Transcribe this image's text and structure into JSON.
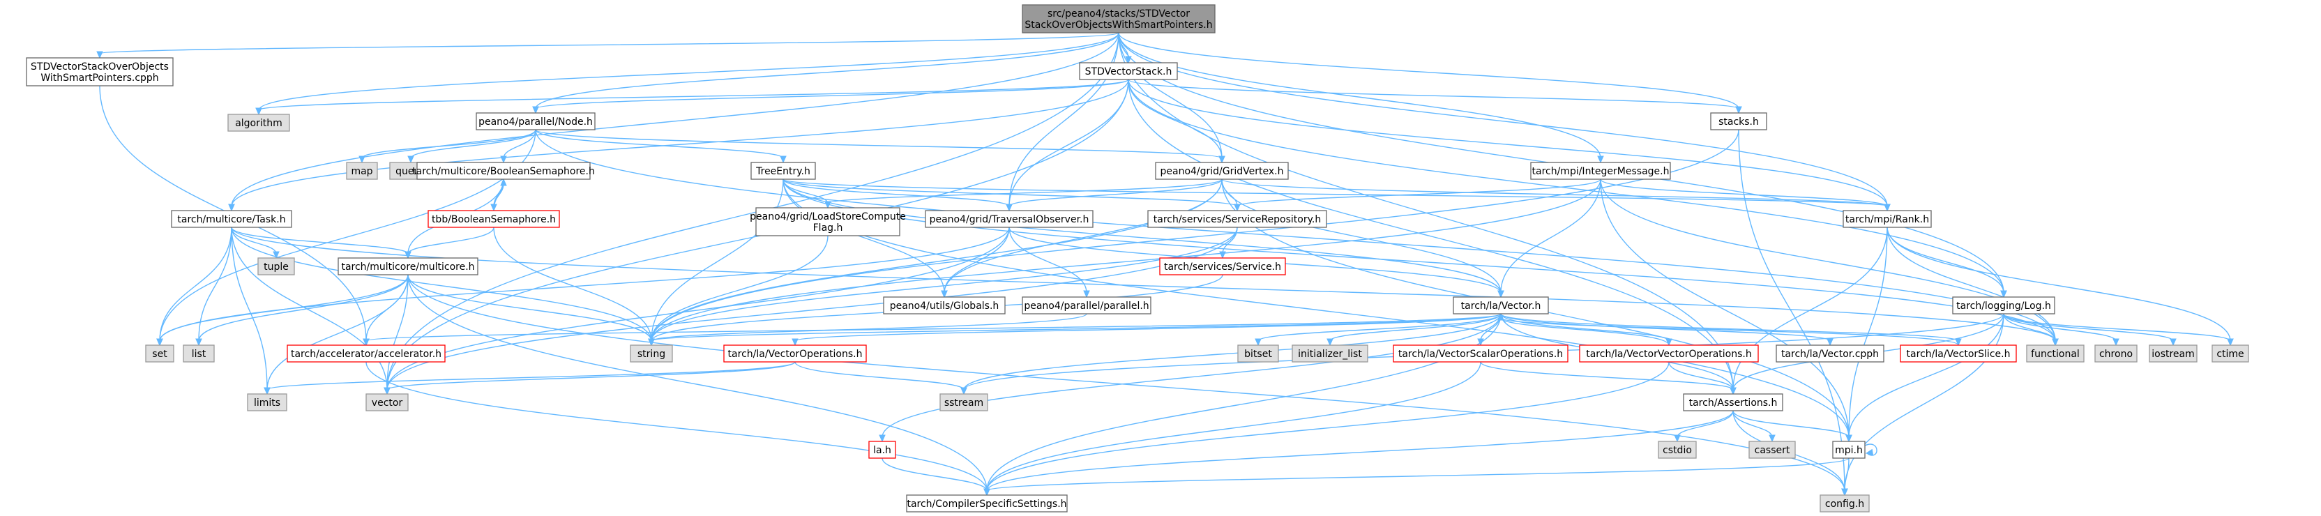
{
  "colors": {
    "root_fill": "#999999",
    "local_fill": "#ffffff",
    "local_stroke": "#666666",
    "system_fill": "#e0e0e0",
    "system_stroke": "#999999",
    "truncated_stroke": "#ff0000",
    "edge": "#63b8ff"
  },
  "nodes": [
    {
      "id": "root",
      "kind": "root",
      "label": [
        "src/peano4/stacks/STDVector",
        "StackOverObjectsWithSmartPointers.h"
      ]
    },
    {
      "id": "cpph",
      "kind": "local",
      "label": [
        "STDVectorStackOverObjects",
        "WithSmartPointers.cpph"
      ]
    },
    {
      "id": "stdvs",
      "kind": "local",
      "label": [
        "STDVectorStack.h"
      ]
    },
    {
      "id": "algorithm",
      "kind": "system",
      "label": [
        "algorithm"
      ]
    },
    {
      "id": "node",
      "kind": "local",
      "label": [
        "peano4/parallel/Node.h"
      ]
    },
    {
      "id": "stacks",
      "kind": "local",
      "label": [
        "stacks.h"
      ]
    },
    {
      "id": "map",
      "kind": "system",
      "label": [
        "map"
      ]
    },
    {
      "id": "queue",
      "kind": "system",
      "label": [
        "queue"
      ]
    },
    {
      "id": "boolsem",
      "kind": "local",
      "label": [
        "tarch/multicore/BooleanSemaphore.h"
      ]
    },
    {
      "id": "treeentry",
      "kind": "local",
      "label": [
        "TreeEntry.h"
      ]
    },
    {
      "id": "gridvertex",
      "kind": "local",
      "label": [
        "peano4/grid/GridVertex.h"
      ]
    },
    {
      "id": "intmsg",
      "kind": "local",
      "label": [
        "tarch/mpi/IntegerMessage.h"
      ]
    },
    {
      "id": "task",
      "kind": "local",
      "label": [
        "tarch/multicore/Task.h"
      ]
    },
    {
      "id": "tbbsem",
      "kind": "truncated",
      "label": [
        "tbb/BooleanSemaphore.h"
      ]
    },
    {
      "id": "loadstore",
      "kind": "local",
      "label": [
        "peano4/grid/LoadStoreCompute",
        "Flag.h"
      ]
    },
    {
      "id": "travobs",
      "kind": "local",
      "label": [
        "peano4/grid/TraversalObserver.h"
      ]
    },
    {
      "id": "servrepo",
      "kind": "local",
      "label": [
        "tarch/services/ServiceRepository.h"
      ]
    },
    {
      "id": "rank",
      "kind": "local",
      "label": [
        "tarch/mpi/Rank.h"
      ]
    },
    {
      "id": "tuple",
      "kind": "system",
      "label": [
        "tuple"
      ]
    },
    {
      "id": "multicore",
      "kind": "local",
      "label": [
        "tarch/multicore/multicore.h"
      ]
    },
    {
      "id": "service",
      "kind": "truncated",
      "label": [
        "tarch/services/Service.h"
      ]
    },
    {
      "id": "globals",
      "kind": "local",
      "label": [
        "peano4/utils/Globals.h"
      ]
    },
    {
      "id": "parallel",
      "kind": "local",
      "label": [
        "peano4/parallel/parallel.h"
      ]
    },
    {
      "id": "vector_h",
      "kind": "local",
      "label": [
        "tarch/la/Vector.h"
      ]
    },
    {
      "id": "log",
      "kind": "local",
      "label": [
        "tarch/logging/Log.h"
      ]
    },
    {
      "id": "set",
      "kind": "system",
      "label": [
        "set"
      ]
    },
    {
      "id": "list",
      "kind": "system",
      "label": [
        "list"
      ]
    },
    {
      "id": "accel",
      "kind": "truncated",
      "label": [
        "tarch/accelerator/accelerator.h"
      ]
    },
    {
      "id": "string",
      "kind": "system",
      "label": [
        "string"
      ]
    },
    {
      "id": "vecops",
      "kind": "truncated",
      "label": [
        "tarch/la/VectorOperations.h"
      ]
    },
    {
      "id": "bitset",
      "kind": "system",
      "label": [
        "bitset"
      ]
    },
    {
      "id": "initlist",
      "kind": "system",
      "label": [
        "initializer_list"
      ]
    },
    {
      "id": "vecscal",
      "kind": "truncated",
      "label": [
        "tarch/la/VectorScalarOperations.h"
      ]
    },
    {
      "id": "vecvec",
      "kind": "truncated",
      "label": [
        "tarch/la/VectorVectorOperations.h"
      ]
    },
    {
      "id": "veccpph",
      "kind": "local",
      "label": [
        "tarch/la/Vector.cpph"
      ]
    },
    {
      "id": "vecslice",
      "kind": "truncated",
      "label": [
        "tarch/la/VectorSlice.h"
      ]
    },
    {
      "id": "functional",
      "kind": "system",
      "label": [
        "functional"
      ]
    },
    {
      "id": "chrono",
      "kind": "system",
      "label": [
        "chrono"
      ]
    },
    {
      "id": "iostream",
      "kind": "system",
      "label": [
        "iostream"
      ]
    },
    {
      "id": "ctime",
      "kind": "system",
      "label": [
        "ctime"
      ]
    },
    {
      "id": "limits",
      "kind": "system",
      "label": [
        "limits"
      ]
    },
    {
      "id": "vector",
      "kind": "system",
      "label": [
        "vector"
      ]
    },
    {
      "id": "sstream",
      "kind": "system",
      "label": [
        "sstream"
      ]
    },
    {
      "id": "assertions",
      "kind": "local",
      "label": [
        "tarch/Assertions.h"
      ]
    },
    {
      "id": "cstdio",
      "kind": "system",
      "label": [
        "cstdio"
      ]
    },
    {
      "id": "cassert",
      "kind": "system",
      "label": [
        "cassert"
      ]
    },
    {
      "id": "mpi",
      "kind": "local",
      "label": [
        "mpi.h"
      ]
    },
    {
      "id": "la",
      "kind": "truncated",
      "label": [
        "la.h"
      ]
    },
    {
      "id": "compiler",
      "kind": "local",
      "label": [
        "tarch/CompilerSpecificSettings.h"
      ]
    },
    {
      "id": "config",
      "kind": "system",
      "label": [
        "config.h"
      ]
    }
  ],
  "edges": [
    [
      "root",
      "cpph"
    ],
    [
      "root",
      "stdvs"
    ],
    [
      "root",
      "algorithm"
    ],
    [
      "root",
      "node"
    ],
    [
      "root",
      "stacks"
    ],
    [
      "root",
      "gridvertex"
    ],
    [
      "root",
      "intmsg"
    ],
    [
      "root",
      "task"
    ],
    [
      "root",
      "travobs"
    ],
    [
      "root",
      "rank"
    ],
    [
      "root",
      "log"
    ],
    [
      "root",
      "assertions"
    ],
    [
      "root",
      "vector"
    ],
    [
      "cpph",
      "accel"
    ],
    [
      "stdvs",
      "algorithm"
    ],
    [
      "stdvs",
      "node"
    ],
    [
      "stdvs",
      "stacks"
    ],
    [
      "stdvs",
      "gridvertex"
    ],
    [
      "stdvs",
      "travobs"
    ],
    [
      "stdvs",
      "rank"
    ],
    [
      "stdvs",
      "log"
    ],
    [
      "stdvs",
      "assertions"
    ],
    [
      "stdvs",
      "task"
    ],
    [
      "stdvs",
      "vector"
    ],
    [
      "node",
      "map"
    ],
    [
      "node",
      "queue"
    ],
    [
      "node",
      "boolsem"
    ],
    [
      "node",
      "treeentry"
    ],
    [
      "node",
      "gridvertex"
    ],
    [
      "node",
      "set"
    ],
    [
      "node",
      "functional"
    ],
    [
      "stacks",
      "string"
    ],
    [
      "stacks",
      "config"
    ],
    [
      "boolsem",
      "tbbsem"
    ],
    [
      "boolsem",
      "multicore"
    ],
    [
      "tbbsem",
      "boolsem"
    ],
    [
      "tbbsem",
      "multicore"
    ],
    [
      "tbbsem",
      "string"
    ],
    [
      "treeentry",
      "loadstore"
    ],
    [
      "treeentry",
      "travobs"
    ],
    [
      "treeentry",
      "servrepo"
    ],
    [
      "treeentry",
      "vector_h"
    ],
    [
      "treeentry",
      "globals"
    ],
    [
      "treeentry",
      "string"
    ],
    [
      "treeentry",
      "mpi"
    ],
    [
      "treeentry",
      "rank"
    ],
    [
      "treeentry",
      "functional"
    ],
    [
      "gridvertex",
      "loadstore"
    ],
    [
      "gridvertex",
      "travobs"
    ],
    [
      "gridvertex",
      "servrepo"
    ],
    [
      "gridvertex",
      "rank"
    ],
    [
      "gridvertex",
      "vector_h"
    ],
    [
      "gridvertex",
      "globals"
    ],
    [
      "gridvertex",
      "string"
    ],
    [
      "gridvertex",
      "mpi"
    ],
    [
      "intmsg",
      "servrepo"
    ],
    [
      "intmsg",
      "rank"
    ],
    [
      "intmsg",
      "vector_h"
    ],
    [
      "intmsg",
      "string"
    ],
    [
      "intmsg",
      "functional"
    ],
    [
      "intmsg",
      "mpi"
    ],
    [
      "task",
      "tuple"
    ],
    [
      "task",
      "multicore"
    ],
    [
      "task",
      "set"
    ],
    [
      "task",
      "list"
    ],
    [
      "task",
      "string"
    ],
    [
      "task",
      "vector"
    ],
    [
      "task",
      "limits"
    ],
    [
      "task",
      "functional"
    ],
    [
      "loadstore",
      "string"
    ],
    [
      "travobs",
      "globals"
    ],
    [
      "travobs",
      "parallel"
    ],
    [
      "travobs",
      "vector_h"
    ],
    [
      "travobs",
      "set"
    ],
    [
      "travobs",
      "vector"
    ],
    [
      "servrepo",
      "service"
    ],
    [
      "servrepo",
      "string"
    ],
    [
      "servrepo",
      "vector"
    ],
    [
      "rank",
      "log"
    ],
    [
      "rank",
      "functional"
    ],
    [
      "rank",
      "mpi"
    ],
    [
      "rank",
      "ctime"
    ],
    [
      "rank",
      "assertions"
    ],
    [
      "multicore",
      "set"
    ],
    [
      "multicore",
      "list"
    ],
    [
      "multicore",
      "accel"
    ],
    [
      "multicore",
      "string"
    ],
    [
      "multicore",
      "limits"
    ],
    [
      "multicore",
      "vector"
    ],
    [
      "multicore",
      "compiler"
    ],
    [
      "multicore",
      "config"
    ],
    [
      "service",
      "string"
    ],
    [
      "parallel",
      "string"
    ],
    [
      "vector_h",
      "bitset"
    ],
    [
      "vector_h",
      "initlist"
    ],
    [
      "vector_h",
      "vecscal"
    ],
    [
      "vector_h",
      "vecvec"
    ],
    [
      "vector_h",
      "veccpph"
    ],
    [
      "vector_h",
      "vecslice"
    ],
    [
      "vector_h",
      "vecops"
    ],
    [
      "vector_h",
      "string"
    ],
    [
      "vector_h",
      "sstream"
    ],
    [
      "vector_h",
      "compiler"
    ],
    [
      "vector_h",
      "accel"
    ],
    [
      "vector_h",
      "la"
    ],
    [
      "vector_h",
      "assertions"
    ],
    [
      "vecops",
      "vector"
    ],
    [
      "vecops",
      "sstream"
    ],
    [
      "vecops",
      "limits"
    ],
    [
      "vecscal",
      "compiler"
    ],
    [
      "vecscal",
      "assertions"
    ],
    [
      "vecvec",
      "vector_h"
    ],
    [
      "vecvec",
      "compiler"
    ],
    [
      "vecvec",
      "assertions"
    ],
    [
      "vecslice",
      "vector_h"
    ],
    [
      "log",
      "functional"
    ],
    [
      "log",
      "chrono"
    ],
    [
      "log",
      "iostream"
    ],
    [
      "log",
      "ctime"
    ],
    [
      "log",
      "sstream"
    ],
    [
      "log",
      "mpi"
    ],
    [
      "log",
      "config"
    ],
    [
      "log",
      "assertions"
    ],
    [
      "accel",
      "compiler"
    ],
    [
      "assertions",
      "cstdio"
    ],
    [
      "assertions",
      "cassert"
    ],
    [
      "assertions",
      "mpi"
    ],
    [
      "assertions",
      "compiler"
    ],
    [
      "assertions",
      "config"
    ],
    [
      "mpi",
      "config"
    ],
    [
      "mpi",
      "compiler"
    ],
    [
      "mpi",
      "mpi"
    ],
    [
      "la",
      "compiler"
    ]
  ]
}
